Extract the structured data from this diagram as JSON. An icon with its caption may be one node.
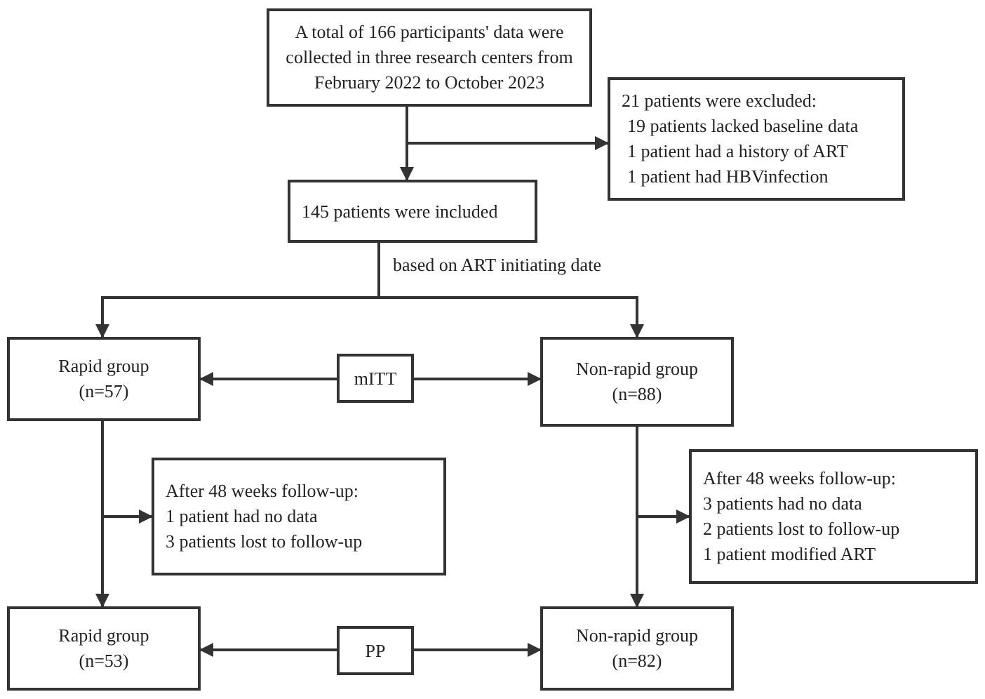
{
  "diagram": {
    "nodes": [
      {
        "text": [
          "A total of 166 participants' data were collected in three research centers from February 2022 to October 2023"
        ]
      },
      {
        "text": [
          "21 patients were excluded:",
          "19 patients lacked baseline data",
          "1 patient had a history of ART",
          "1 patient had HBVinfection"
        ]
      },
      {
        "text": [
          "145 patients were included"
        ]
      },
      {
        "text": [
          "Rapid group",
          "(n=57)"
        ]
      },
      {
        "text": [
          "mITT"
        ]
      },
      {
        "text": [
          "Non-rapid group",
          "(n=88)"
        ]
      },
      {
        "text": [
          "After 48 weeks follow-up:",
          "1 patient had no data",
          "3 patients lost to follow-up"
        ]
      },
      {
        "text": [
          "After 48 weeks follow-up:",
          "3 patients had no data",
          "2 patients lost to follow-up",
          "1 patient modified ART"
        ]
      },
      {
        "text": [
          "Rapid group",
          "(n=53)"
        ]
      },
      {
        "text": [
          "PP"
        ]
      },
      {
        "text": [
          "Non-rapid group",
          "(n=82)"
        ]
      }
    ],
    "edges": [
      {
        "from": 0,
        "to": 2,
        "arrow": "to"
      },
      {
        "from": 0,
        "to": 1,
        "arrow": "to"
      },
      {
        "from": 2,
        "to": 3,
        "arrow": "to"
      },
      {
        "from": 2,
        "to": 5,
        "arrow": "to",
        "label": "based on ART initiating date"
      },
      {
        "from": 4,
        "to": 3,
        "arrow": "to"
      },
      {
        "from": 4,
        "to": 5,
        "arrow": "to"
      },
      {
        "from": 3,
        "to": 8,
        "arrow": "to"
      },
      {
        "from": 3,
        "to": 6,
        "arrow": "to"
      },
      {
        "from": 5,
        "to": 10,
        "arrow": "to"
      },
      {
        "from": 5,
        "to": 7,
        "arrow": "to"
      },
      {
        "from": 9,
        "to": 8,
        "arrow": "to"
      },
      {
        "from": 9,
        "to": 10,
        "arrow": "to"
      }
    ]
  }
}
